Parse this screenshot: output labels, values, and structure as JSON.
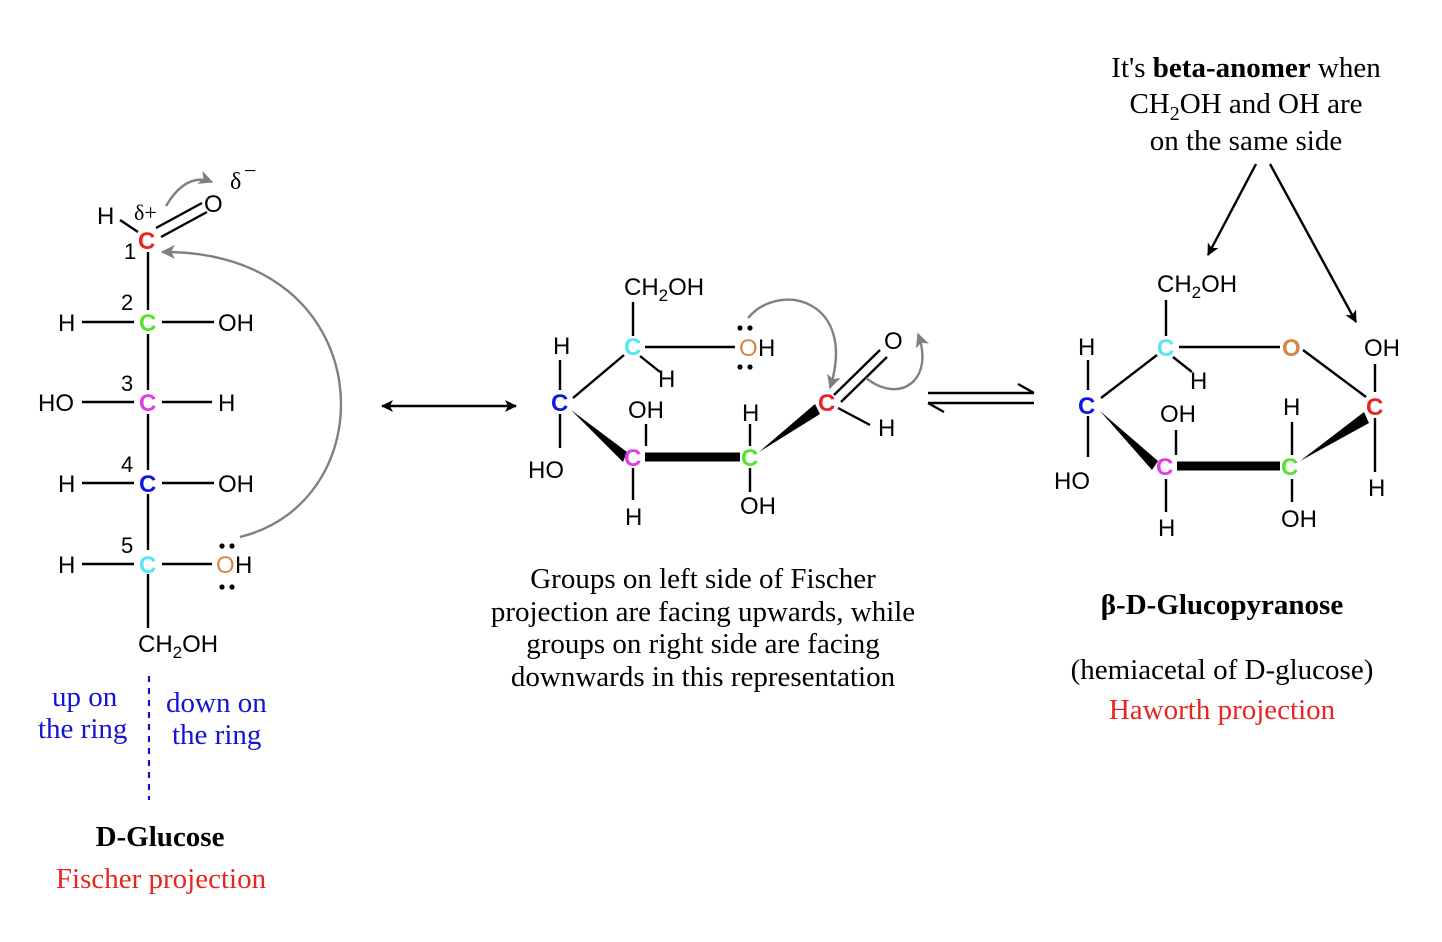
{
  "colors": {
    "c1": "#e8261f",
    "c2": "#55e332",
    "c3": "#df3de6",
    "c4": "#1018e6",
    "c5": "#55e7f0",
    "o_ring": "#d4874a",
    "text": "#000000",
    "blue_note": "#1414d2",
    "red_caption": "#e8261f",
    "arrow_gray": "#808080"
  },
  "atoms": {
    "C": "C",
    "H": "H",
    "O": "O",
    "OH": "OH",
    "HO": "HO",
    "CH2": "CH",
    "sub2": "2",
    "OHtail": "OH",
    "Hcap": "H"
  },
  "numbers": [
    "1",
    "2",
    "3",
    "4",
    "5"
  ],
  "charges": {
    "delta_plus": "δ+",
    "delta_minus": "δ",
    "minus": "−"
  },
  "fischer": {
    "up_line1": "up on",
    "up_line2": "the ring",
    "down_line1": "down on",
    "down_line2": "the ring",
    "title": "D-Glucose",
    "subtitle": "Fischer projection"
  },
  "middle": {
    "caption_lines": [
      "Groups on left side of Fischer",
      "projection are facing upwards, while",
      "groups on right side are facing",
      "downwards in this representation"
    ]
  },
  "haworth": {
    "note_prefix": "It's ",
    "note_bold": "beta-anomer",
    "note_suffix": " when",
    "note_line2_a": "CH",
    "note_line2_sub": "2",
    "note_line2_b": "OH and OH are",
    "note_line3": "on the same side",
    "title": "β-D-Glucopyranose",
    "subtitle": "(hemiacetal of D-glucose)",
    "projection": "Haworth projection"
  }
}
